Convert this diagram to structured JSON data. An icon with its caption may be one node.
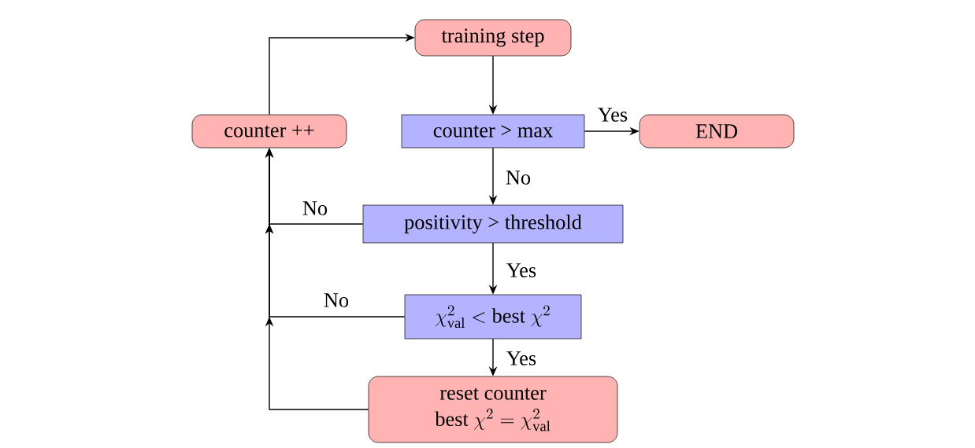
{
  "diagram": {
    "nodes": [
      {
        "text": [
          "training step"
        ]
      },
      {
        "text": [
          "counter ++"
        ]
      },
      {
        "text": [
          "counter > max"
        ]
      },
      {
        "text": [
          "END"
        ]
      },
      {
        "text": [
          "positivity > threshold"
        ]
      },
      {
        "text": [
          "\\chi^2_{\\mathrm{val}} < \\mathrm{best}\\ \\chi^2"
        ]
      },
      {
        "text": [
          "reset counter",
          "\\mathrm{best}\\ \\chi^2 = \\chi^2_{\\mathrm{val}}"
        ]
      }
    ],
    "edges": [
      {
        "from": 0,
        "to": 2,
        "arrow": "to"
      },
      {
        "from": 2,
        "to": 3,
        "arrow": "to",
        "label": "Yes"
      },
      {
        "from": 2,
        "to": 4,
        "arrow": "to",
        "label": "No"
      },
      {
        "from": 4,
        "to": 5,
        "arrow": "to",
        "label": "Yes"
      },
      {
        "from": 5,
        "to": 6,
        "arrow": "to",
        "label": "Yes"
      },
      {
        "from": 4,
        "to": 1,
        "arrow": "to",
        "label": "No"
      },
      {
        "from": 5,
        "to": 1,
        "arrow": "to",
        "label": "No"
      },
      {
        "from": 6,
        "to": 1,
        "arrow": "to"
      },
      {
        "from": 1,
        "to": 0,
        "arrow": "to"
      }
    ]
  }
}
